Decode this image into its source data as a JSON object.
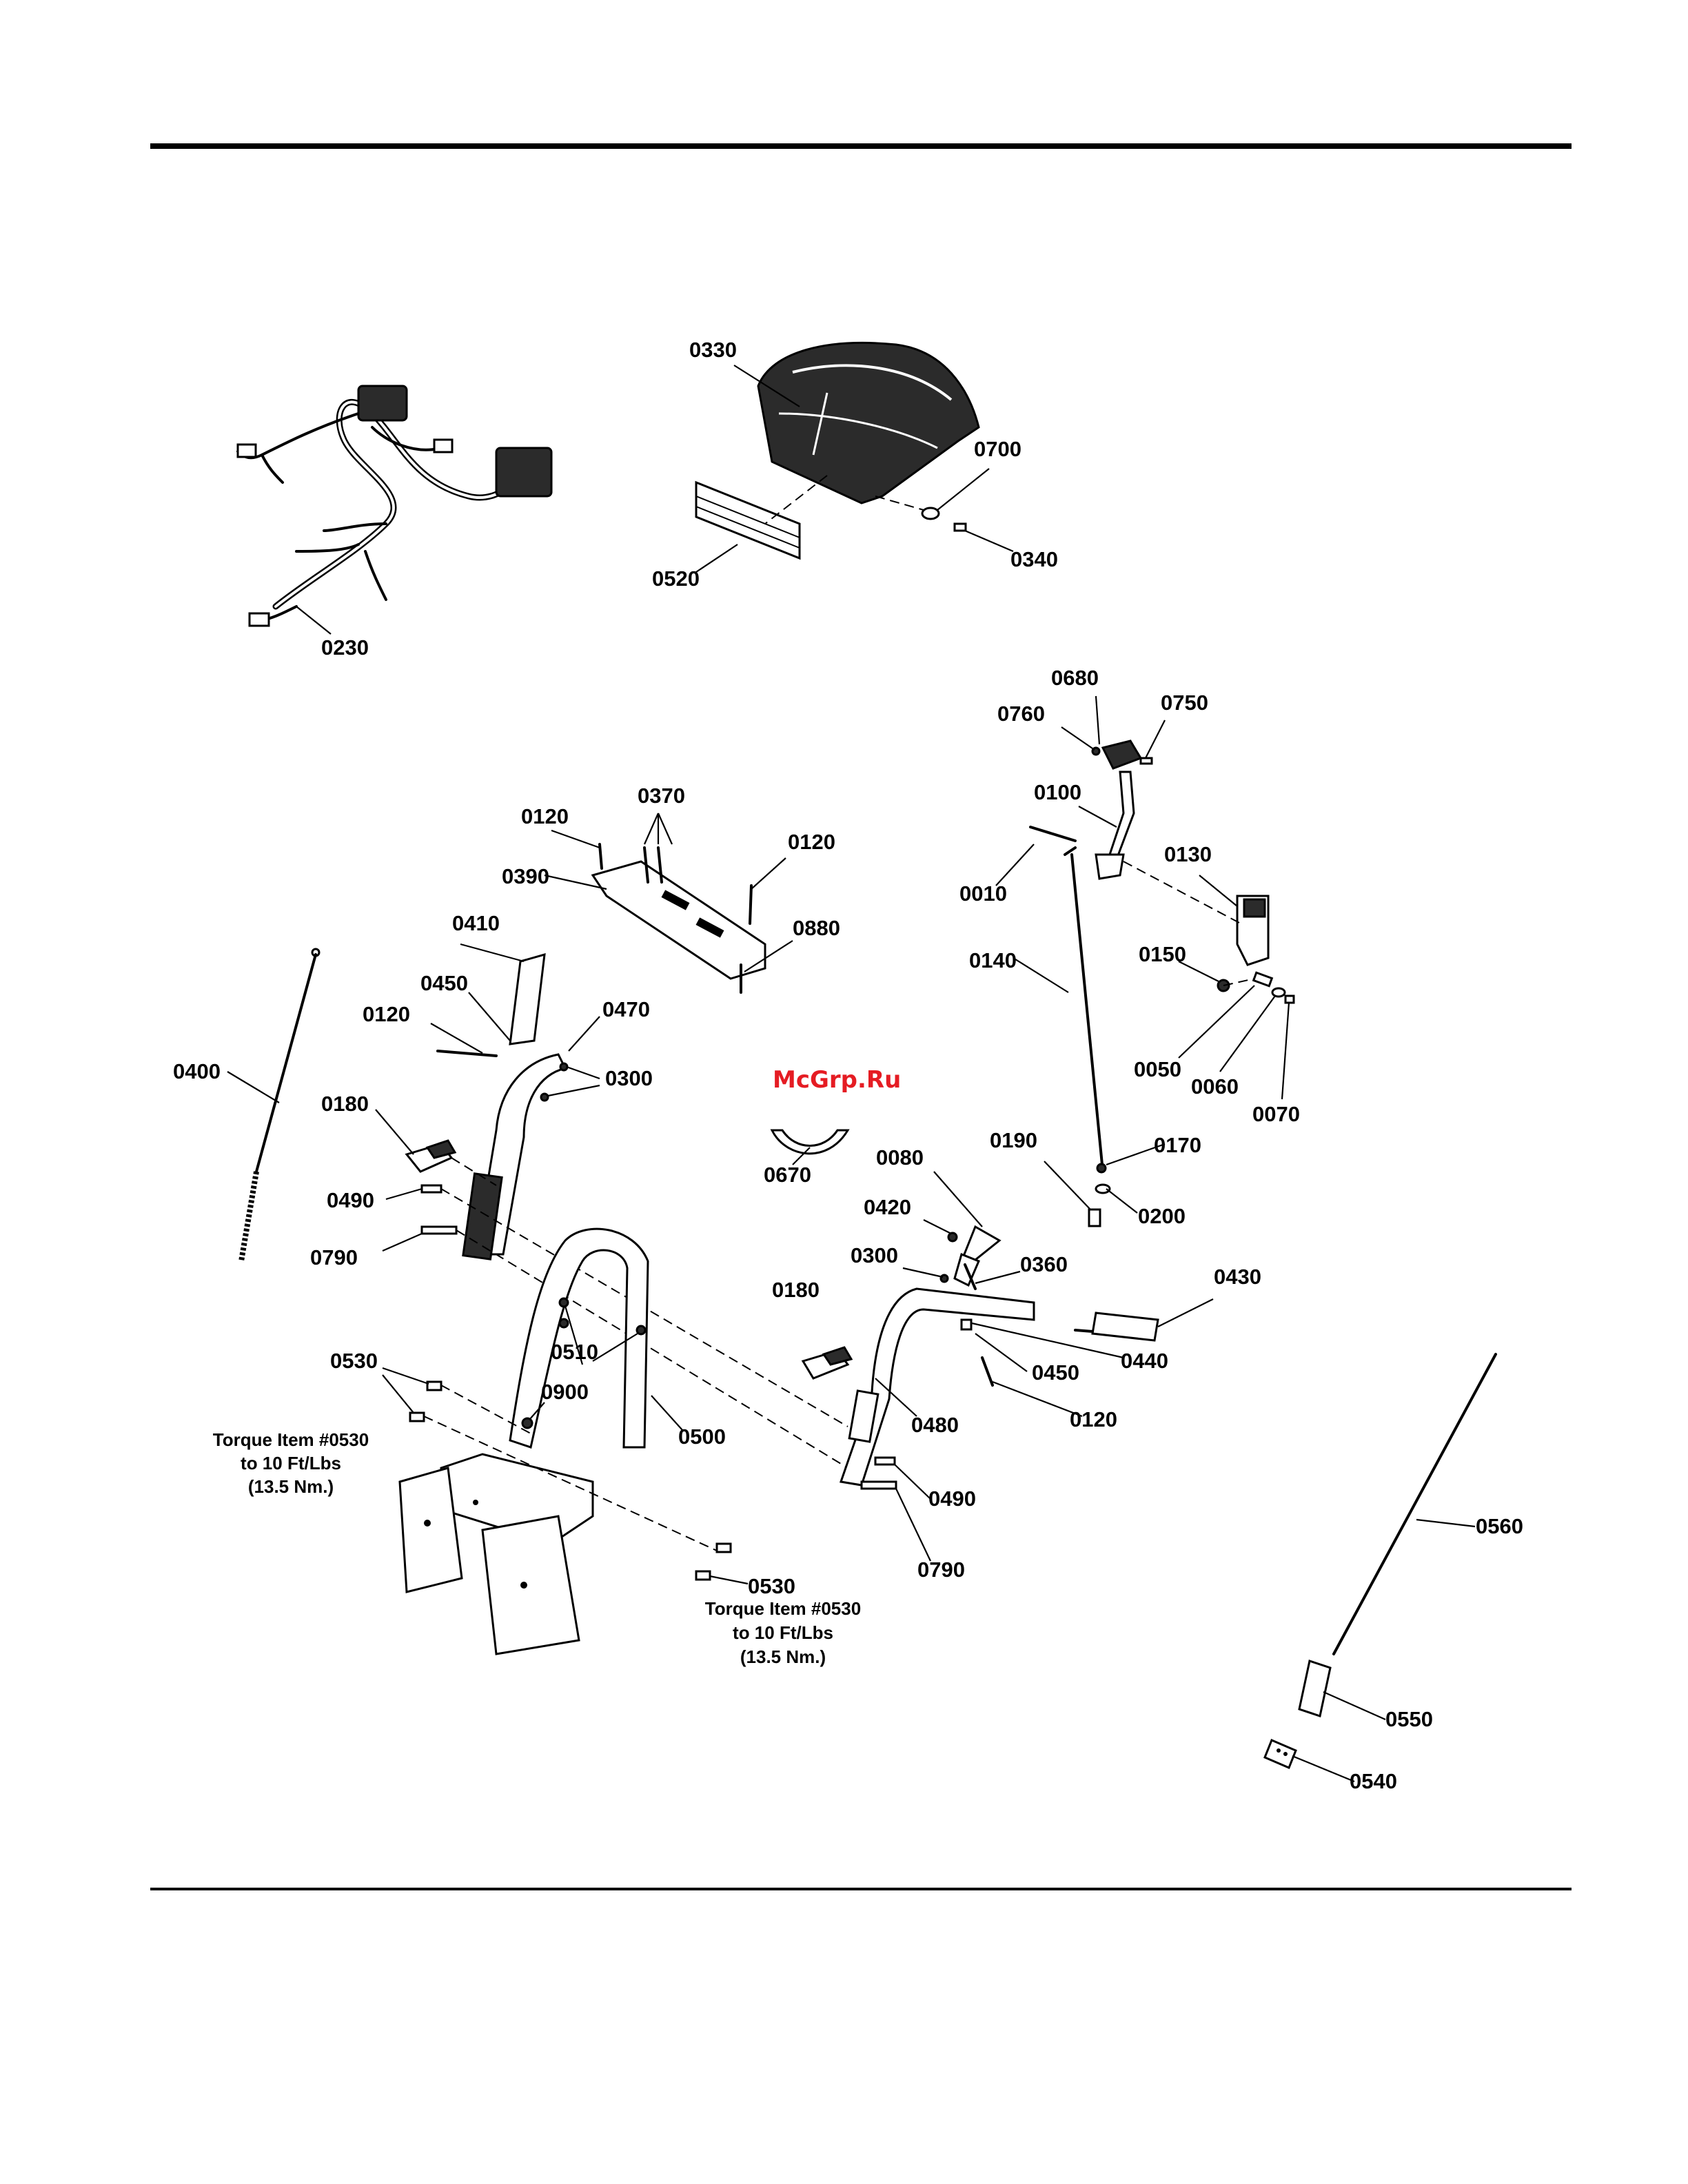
{
  "watermark": "McGrp.Ru",
  "callouts": {
    "c0010": "0010",
    "c0050": "0050",
    "c0060": "0060",
    "c0070": "0070",
    "c0080": "0080",
    "c0100": "0100",
    "c0120a": "0120",
    "c0120b": "0120",
    "c0120c": "0120",
    "c0120d": "0120",
    "c0130": "0130",
    "c0140": "0140",
    "c0150": "0150",
    "c0170": "0170",
    "c0180a": "0180",
    "c0180b": "0180",
    "c0190": "0190",
    "c0200": "0200",
    "c0230": "0230",
    "c0300a": "0300",
    "c0300b": "0300",
    "c0330": "0330",
    "c0340": "0340",
    "c0360": "0360",
    "c0370": "0370",
    "c0390": "0390",
    "c0400": "0400",
    "c0410": "0410",
    "c0420": "0420",
    "c0430": "0430",
    "c0440": "0440",
    "c0450a": "0450",
    "c0450b": "0450",
    "c0470": "0470",
    "c0480": "0480",
    "c0490a": "0490",
    "c0490b": "0490",
    "c0500": "0500",
    "c0510": "0510",
    "c0520": "0520",
    "c0530a": "0530",
    "c0530b": "0530",
    "c0540": "0540",
    "c0550": "0550",
    "c0560": "0560",
    "c0670": "0670",
    "c0680": "0680",
    "c0700": "0700",
    "c0750": "0750",
    "c0760": "0760",
    "c0790a": "0790",
    "c0790b": "0790",
    "c0880": "0880",
    "c0900": "0900"
  },
  "torque_note_left": [
    "Torque Item #0530",
    "to 10 Ft/Lbs",
    "(13.5 Nm.)"
  ],
  "torque_note_right": [
    "Torque Item #0530",
    "to 10 Ft/Lbs",
    "(13.5 Nm.)"
  ]
}
